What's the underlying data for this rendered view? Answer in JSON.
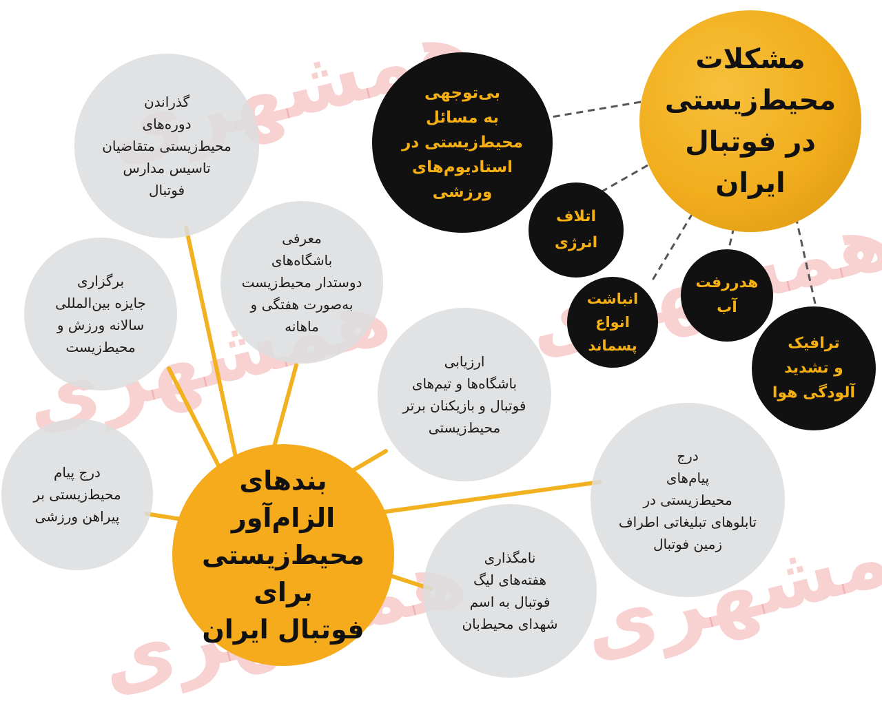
{
  "watermark_text": "همشهری",
  "colors": {
    "orange": "#f5ab1b",
    "grey": "#dcddde",
    "black": "#111111",
    "line": "#f2b120"
  },
  "problems": {
    "title": "مشکلات\nمحیط‌زیستی\nدر فوتبال ایران",
    "items": [
      "بی‌توجهی\nبه مسائل\nمحیط‌زیستی در\nاستادیوم‌های\nورزشی",
      "اتلاف\nانرژی",
      "انباشت\nانواع\nپسماند",
      "هدررفت\nآب",
      "ترافیک\nو تشدید\nآلودگی هوا"
    ]
  },
  "rules": {
    "title": "بندهای الزام‌آور\nمحیط‌زیستی برای\nفوتبال ایران",
    "items": [
      "گذراندن\nدوره‌های\nمحیط‌زیستی متقاضیان\nتاسیس مدارس\nفوتبال",
      "برگزاری\nجایزه بین‌المللی\nسالانه ورزش و\nمحیط‌زیست",
      "معرفی\nباشگاه‌های\nدوستدار محیط‌زیست\nبه‌صورت هفتگی و\nماهانه",
      "ارزیابی\nباشگاه‌ها و تیم‌های\nفوتبال و بازیکنان برتر\nمحیط‌زیستی",
      "درج پیام\nمحیط‌زیستی بر\nپیراهن ورزشی",
      "درج\nپیام‌های\nمحیط‌زیستی در\nتابلوهای تبلیغاتی اطراف\nزمین فوتبال",
      "نامگذاری\nهفته‌های لیگ\nفوتبال به اسم\nشهدای محیط‌بان"
    ]
  }
}
